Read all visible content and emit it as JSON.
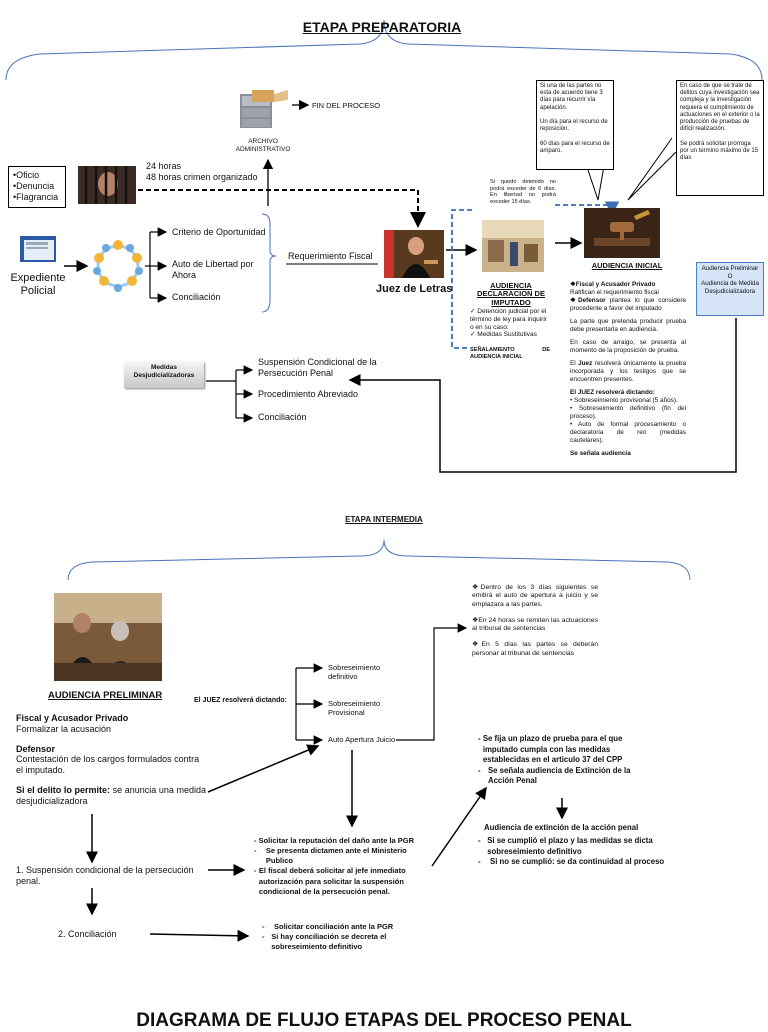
{
  "prep": {
    "title": "ETAPA PREPARATORIA",
    "cartoon_label": "FIN DEL PROCESO",
    "archivo": "ARCHIVO ADMINISTRATIVO",
    "denuncia_items": [
      "•Oficio",
      "•Denuncia",
      "•Flagrancia"
    ],
    "hours_1": "24 horas",
    "hours_2": "48 horas crimen organizado",
    "expediente": "Expediente Policial",
    "options": [
      "Criterio de  Oportunidad",
      "Auto de Libertad por Ahora",
      "Conciliación"
    ],
    "requerimiento": "Requerimiento Fiscal",
    "juez": "Juez de Letras",
    "detenido_note": "Si quedo detenido no podrá exceder de 6 días. En libertad no podrá exceder 15 días.",
    "apelacion_note": "Si una de las partes no esta de acuerdo tiene  3 días para recurrir vía apelación.\n\nUn día para el recurso de reposición.\n\n60 días para el recurso de amparo.",
    "prorroga_note": "En caso de que se trate de delitos cuya investigación sea compleja y la investigación requiera el cumplimiento de actuaciones en el exterior o la producción de pruebas de difícil realización.\n\nSe podrá solicitar prorroga por un termino máximo de 15 días",
    "audiencia_decl_title": "AUDIENCIA DECLARACION DE IMPUTADO",
    "audiencia_decl_items": [
      "✓ Detención judicial  por el término de ley para inquirir o en su caso:",
      "✓ Medidas Sustitutivas"
    ],
    "senalamiento": "SEÑALAMIENTO DE AUDIENCIA INICIAL",
    "audiencia_inicial_title": "AUDIENCIA INICIAL",
    "ai_fiscal_label": "❖Fiscal y Acusador Privado",
    "ai_fiscal_text": "Ratifican el requerimiento fiscal",
    "ai_defensor_label": "❖Defensor",
    "ai_defensor_text": "plantea lo que considere procedente a favor del imputado",
    "ai_p1": "La parte que pretenda producir prueba debe presentarla en audiencia.",
    "ai_p2": "En caso de arraigo, se presenta al momento de la proposición de prueba.",
    "ai_p3_a": "El",
    "ai_p3_b": "Juez",
    "ai_p3_c": "resolverá únicamente la prueba incorporada y los testigos que se encuentren presentes.",
    "ai_dictando": "El JUEZ resolverá dictando:",
    "ai_dictando_items": [
      "• Sobreseimiento  provisional (5 años).",
      "• Sobreseimiento definitivo (fin del proceso).",
      "• Auto de formal procesamiento o declaratoria de reo (medidas cautelares)."
    ],
    "ai_senala": "Se señala audiencia",
    "audiencia_preliminar_box": "Audiencia Preliminar\nO\nAudiencia de Medida Desjudicializadora",
    "medidas_label": "Medidas Desjudicializadoras",
    "medidas_items": [
      "Suspensión Condicional de la Persecución Penal",
      "Procedimiento Abreviado",
      "Conciliación"
    ]
  },
  "inter": {
    "title": "ETAPA INTERMEDIA",
    "audiencia_preliminar": "AUDIENCIA PRELIMINAR",
    "fiscal_label": "Fiscal y Acusador Privado",
    "fiscal_text": "Formalizar la acusación",
    "defensor_label": "Defensor",
    "defensor_text": "Contestación de los cargos formulados contra el imputado.",
    "si_delito_label": "Si el delito lo permite:",
    "si_delito_text": "se anuncia una medida desjudicializadora",
    "suspension": "1. Suspensión condicional de la persecución penal.",
    "conciliacion": "2. Conciliación",
    "juez_dictando": "El JUEZ resolverá dictando:",
    "opt_1": "Sobreseimiento definitivo",
    "opt_2": "Sobreseimiento Provisional",
    "opt_3": "Auto           Apertura Juicio",
    "apertura_notes": [
      "❖Dentro de los 3 días siguientes se emitirá el auto de apertura a juicio y se emplazara a las partes.",
      "❖En 24 horas se remiten las actuaciones al tribunal de sentencias",
      "❖En 5 días las partes se deberán personar al tribunal de sentencias"
    ],
    "reparacion_head": "- Solicitar la reputación del daño ante la PGR",
    "reparacion_items": [
      "Se presenta dictamen ante el Ministerio Publico",
      "El fiscal deberá solicitar al jefe inmediato autorización para solicitar la suspensión condicional de la persecución penal."
    ],
    "conc_items": [
      "Solicitar conciliación ante la PGR",
      "Si hay conciliación se decreta el sobreseimiento definitivo"
    ],
    "plazo_items": [
      "Se fija un plazo de prueba para el que imputado cumpla con las medidas establecidas en el articulo 37 del CPP",
      "Se señala audiencia de Extinción de la Acción Penal"
    ],
    "extincion_title": "Audiencia de extinción de la acción penal",
    "extincion_items": [
      "Si se cumplió el plazo y las medidas se dicta sobreseimiento definitivo",
      "Si no se cumplió: se da continuidad al proceso"
    ]
  },
  "footer_title": "DIAGRAMA DE FLUJO ETAPAS DEL PROCESO PENAL",
  "colors": {
    "blue_box_bg": "#d6e4f7",
    "blue_box_border": "#4a7fc1",
    "dashed_blue": "#3a6fb0"
  }
}
